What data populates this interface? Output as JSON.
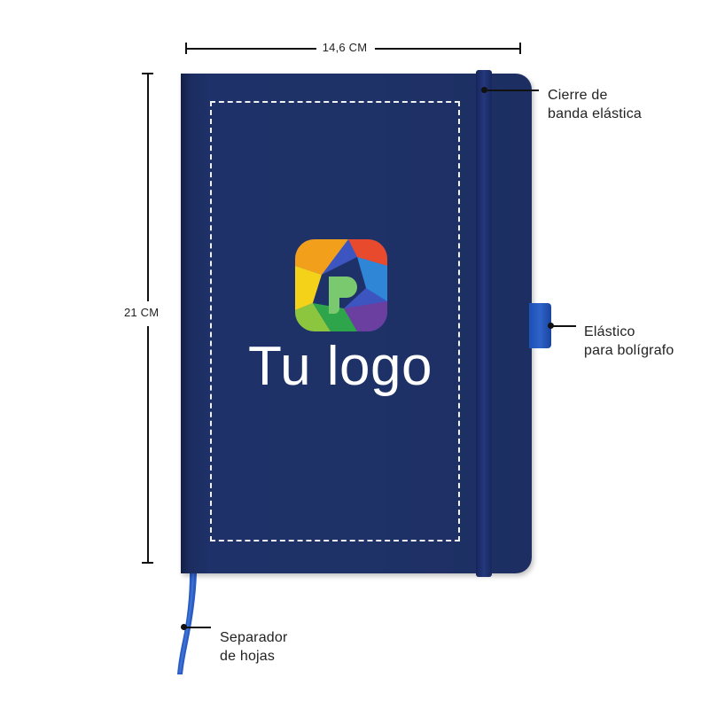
{
  "dimensions": {
    "width_label": "14,6 CM",
    "height_label": "21 CM"
  },
  "product": {
    "logo_text": "Tu logo"
  },
  "callouts": {
    "closure": [
      "Cierre de",
      "banda elástica"
    ],
    "pen_loop": [
      "Elástico",
      "para bolígrafo"
    ],
    "bookmark": [
      "Separador",
      "de hojas"
    ]
  },
  "colors": {
    "cover": "#1f3268",
    "elastic": "#1f3270",
    "pen_loop": "#2a5cc4",
    "ribbon": "#2a5cc4",
    "print_area_border": "#f2f2f2"
  }
}
